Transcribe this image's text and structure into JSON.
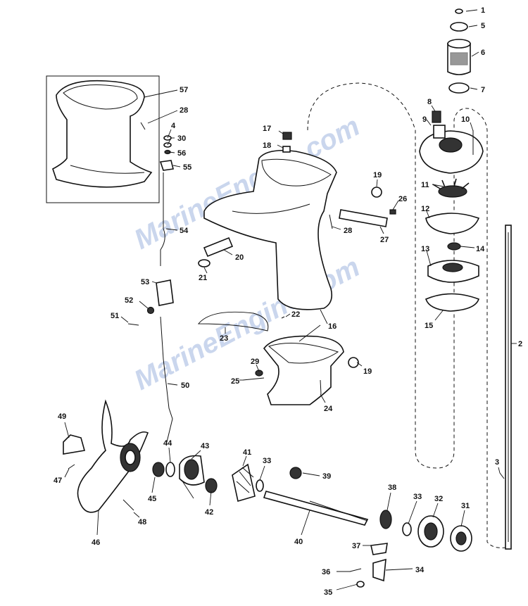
{
  "watermark": {
    "text": "MarineEngine.com",
    "color": "#b3c4e6"
  },
  "callouts": [
    {
      "id": "c1",
      "text": "1"
    },
    {
      "id": "c5",
      "text": "5"
    },
    {
      "id": "c6",
      "text": "6"
    },
    {
      "id": "c7",
      "text": "7"
    },
    {
      "id": "c8",
      "text": "8"
    },
    {
      "id": "c9",
      "text": "9"
    },
    {
      "id": "c10",
      "text": "10"
    },
    {
      "id": "c11",
      "text": "11"
    },
    {
      "id": "c12",
      "text": "12"
    },
    {
      "id": "c13",
      "text": "13"
    },
    {
      "id": "c14",
      "text": "14"
    },
    {
      "id": "c15",
      "text": "15"
    },
    {
      "id": "c16",
      "text": "16"
    },
    {
      "id": "c17",
      "text": "17"
    },
    {
      "id": "c18",
      "text": "18"
    },
    {
      "id": "c19a",
      "text": "19"
    },
    {
      "id": "c19b",
      "text": "19"
    },
    {
      "id": "c20",
      "text": "20"
    },
    {
      "id": "c21",
      "text": "21"
    },
    {
      "id": "c22",
      "text": "22"
    },
    {
      "id": "c23",
      "text": "23"
    },
    {
      "id": "c24",
      "text": "24"
    },
    {
      "id": "c25",
      "text": "25"
    },
    {
      "id": "c26",
      "text": "26"
    },
    {
      "id": "c27",
      "text": "27"
    },
    {
      "id": "c28a",
      "text": "28"
    },
    {
      "id": "c28b",
      "text": "28"
    },
    {
      "id": "c29",
      "text": "29"
    },
    {
      "id": "c2",
      "text": "2"
    },
    {
      "id": "c3",
      "text": "3"
    },
    {
      "id": "c4",
      "text": "4"
    },
    {
      "id": "c30",
      "text": "30"
    },
    {
      "id": "c56",
      "text": "56"
    },
    {
      "id": "c55",
      "text": "55"
    },
    {
      "id": "c57",
      "text": "57"
    },
    {
      "id": "c54",
      "text": "54"
    },
    {
      "id": "c53",
      "text": "53"
    },
    {
      "id": "c52",
      "text": "52"
    },
    {
      "id": "c51",
      "text": "51"
    },
    {
      "id": "c50",
      "text": "50"
    },
    {
      "id": "c49",
      "text": "49"
    },
    {
      "id": "c47",
      "text": "47"
    },
    {
      "id": "c46",
      "text": "46"
    },
    {
      "id": "c48",
      "text": "48"
    },
    {
      "id": "c45",
      "text": "45"
    },
    {
      "id": "c44",
      "text": "44"
    },
    {
      "id": "c43",
      "text": "43"
    },
    {
      "id": "c42",
      "text": "42"
    },
    {
      "id": "c41",
      "text": "41"
    },
    {
      "id": "c33a",
      "text": "33"
    },
    {
      "id": "c39",
      "text": "39"
    },
    {
      "id": "c40",
      "text": "40"
    },
    {
      "id": "c38",
      "text": "38"
    },
    {
      "id": "c33b",
      "text": "33"
    },
    {
      "id": "c32",
      "text": "32"
    },
    {
      "id": "c31",
      "text": "31"
    },
    {
      "id": "c37",
      "text": "37"
    },
    {
      "id": "c36",
      "text": "36"
    },
    {
      "id": "c34",
      "text": "34"
    },
    {
      "id": "c35",
      "text": "35"
    }
  ]
}
